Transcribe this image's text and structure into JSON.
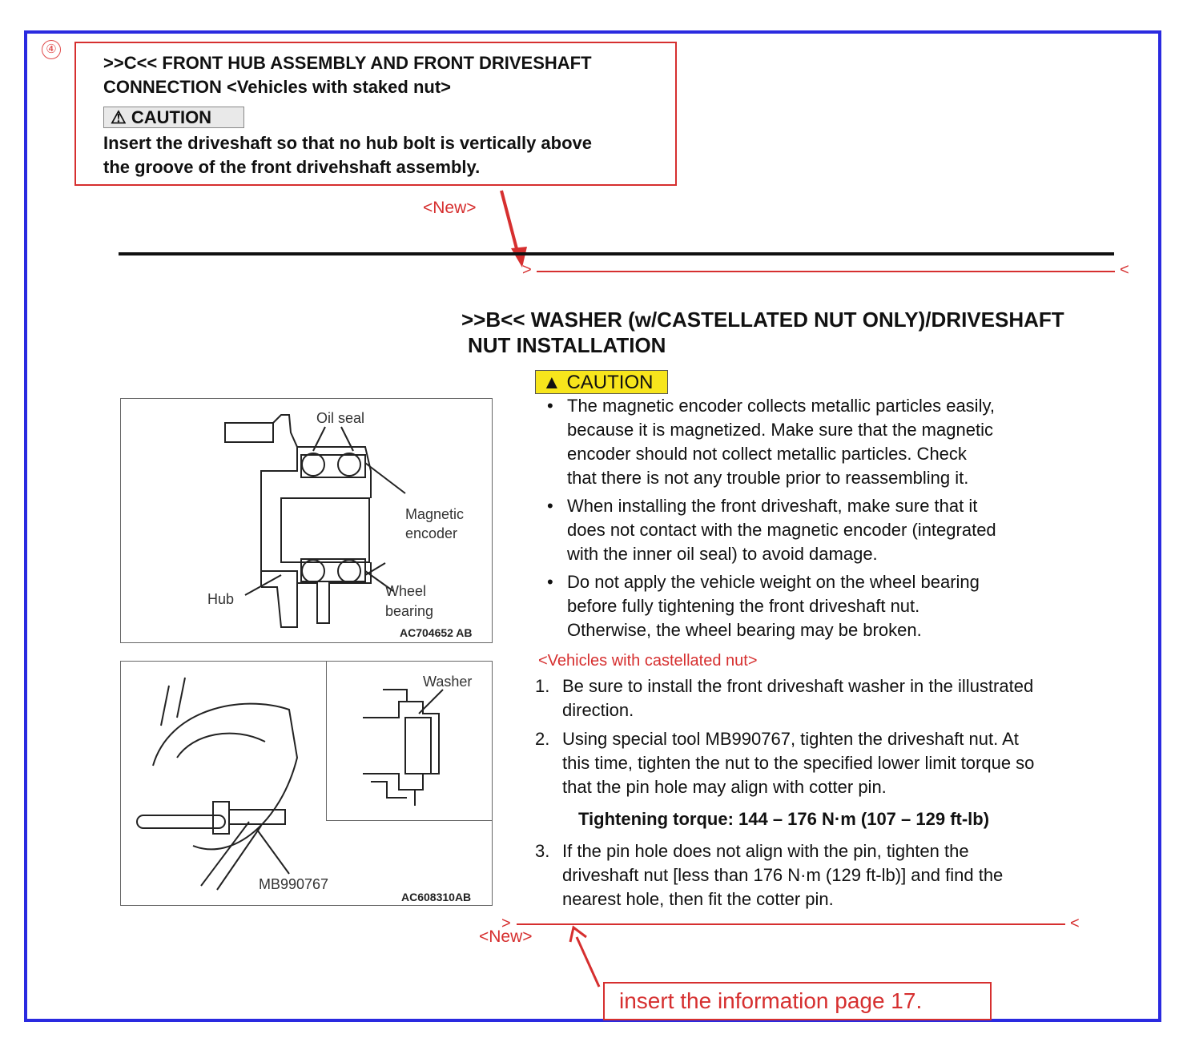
{
  "marker_number": "④",
  "old_section": {
    "title_line1": ">>C<< FRONT HUB ASSEMBLY AND FRONT DRIVESHAFT",
    "title_line2": "CONNECTION <Vehicles with staked nut>",
    "caution_label": "CAUTION",
    "caution_line1": "Insert the driveshaft so that no hub bolt is vertically above",
    "caution_line2": "the groove of the front drivehshaft assembly."
  },
  "new_label_top": "<New>",
  "new_label_bottom": "<New>",
  "section": {
    "title_line1": ">>B<< WASHER (w/CASTELLATED NUT ONLY)/DRIVESHAFT",
    "title_line2": "NUT INSTALLATION",
    "caution_label": "CAUTION",
    "bullets": [
      [
        "The magnetic encoder collects metallic particles easily,",
        "because it is magnetized. Make sure that the magnetic",
        "encoder should not collect metallic particles. Check",
        "that there is not any trouble prior to reassembling it."
      ],
      [
        "When installing the front driveshaft, make sure that it",
        "does not contact with the magnetic encoder (integrated",
        "with the inner oil seal) to avoid damage."
      ],
      [
        "Do not apply the vehicle weight on the wheel bearing",
        "before fully tightening the front driveshaft nut.",
        "Otherwise, the wheel bearing may be broken."
      ]
    ],
    "vehicles_note": "<Vehicles with castellated nut>",
    "steps": [
      {
        "num": "1.",
        "lines": [
          "Be sure to install the front driveshaft washer in the illustrated",
          "direction."
        ]
      },
      {
        "num": "2.",
        "lines": [
          "Using special tool MB990767, tighten the driveshaft nut. At",
          "this time, tighten the nut to the specified lower limit torque so",
          "that the pin hole may align with cotter pin."
        ]
      },
      {
        "num": "3.",
        "lines": [
          "If the pin hole does not align with the pin, tighten the",
          "driveshaft nut [less than 176 N·m (129 ft-lb)] and find the",
          "nearest hole, then fit the cotter pin."
        ]
      }
    ],
    "torque_spec": "Tightening torque: 144 – 176 N·m (107 – 129 ft-lb)"
  },
  "figure1": {
    "labels": {
      "oil_seal": "Oil seal",
      "magnetic": "Magnetic",
      "encoder": "encoder",
      "hub": "Hub",
      "wheel": "Wheel",
      "bearing": "bearing"
    },
    "code": "AC704652 AB"
  },
  "figure2": {
    "labels": {
      "washer": "Washer",
      "tool": "MB990767"
    },
    "code": "AC608310AB"
  },
  "insert_note": "insert the information page 17.",
  "colors": {
    "frame": "#2a2ae0",
    "annotation": "#d62f2f",
    "caution_bg": "#f7e51c"
  }
}
